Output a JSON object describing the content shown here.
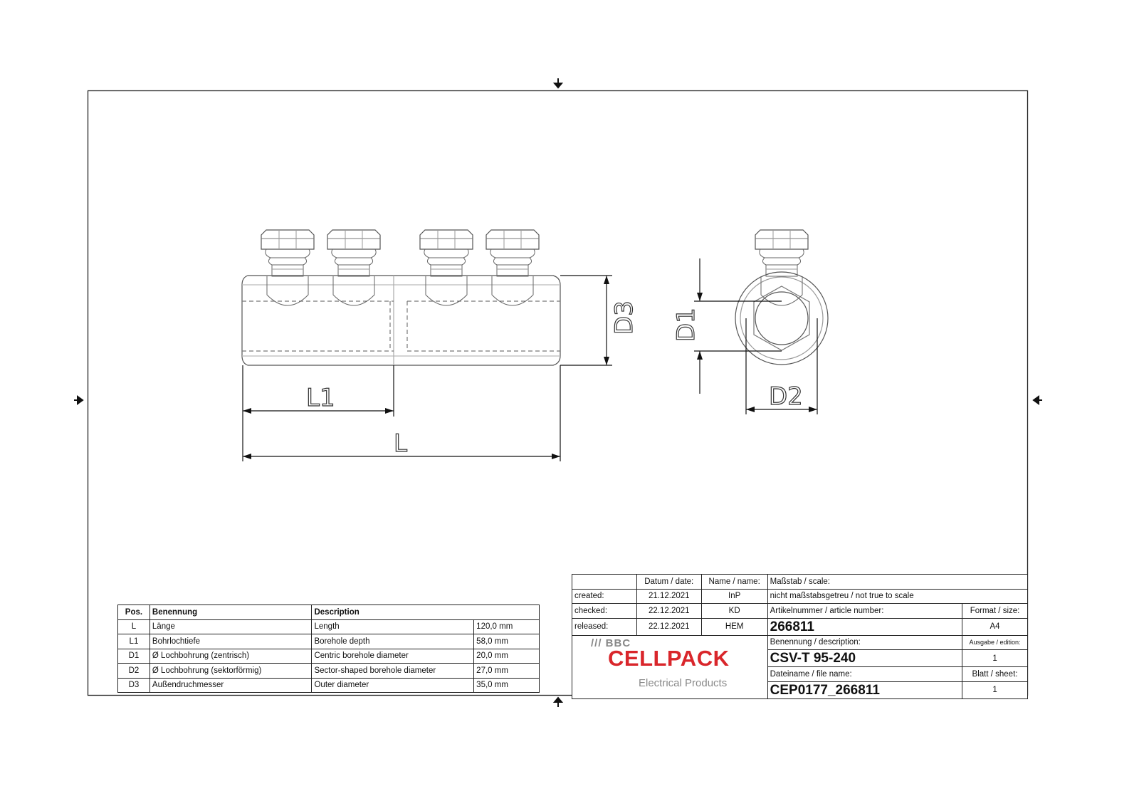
{
  "dimension_labels": {
    "L": "L",
    "L1": "L1",
    "D1": "D1",
    "D2": "D2",
    "D3": "D3"
  },
  "parts_table": {
    "headers": [
      "Pos.",
      "Benennung",
      "Description",
      ""
    ],
    "rows": [
      {
        "pos": "L",
        "benennung": "Länge",
        "description": "Length",
        "value": "120,0 mm"
      },
      {
        "pos": "L1",
        "benennung": "Bohrlochtiefe",
        "description": "Borehole depth",
        "value": "58,0 mm"
      },
      {
        "pos": "D1",
        "benennung": "Ø Lochbohrung (zentrisch)",
        "description": "Centric borehole diameter",
        "value": "20,0 mm"
      },
      {
        "pos": "D2",
        "benennung": "Ø Lochbohrung (sektorförmig)",
        "description": "Sector-shaped borehole diameter",
        "value": "27,0 mm"
      },
      {
        "pos": "D3",
        "benennung": "Außendruchmesser",
        "description": "Outer diameter",
        "value": "35,0 mm"
      }
    ]
  },
  "title_block": {
    "date_header": "Datum / date:",
    "name_header": "Name / name:",
    "scale_label": "Maßstab / scale:",
    "scale_value": "nicht maßstabsgetreu / not true to scale",
    "created_label": "created:",
    "created_date": "21.12.2021",
    "created_name": "InP",
    "checked_label": "checked:",
    "checked_date": "22.12.2021",
    "checked_name": "KD",
    "released_label": "released:",
    "released_date": "22.12.2021",
    "released_name": "HEM",
    "article_label": "Artikelnummer / article number:",
    "article_value": "266811",
    "format_label": "Format / size:",
    "format_value": "A4",
    "description_label": "Benennung / description:",
    "description_value": "CSV-T 95-240",
    "edition_label": "Ausgabe / edition:",
    "edition_value": "1",
    "filename_label": "Dateiname / file name:",
    "filename_value": "CEP0177_266811",
    "sheet_label": "Blatt / sheet:",
    "sheet_value": "1"
  },
  "logo": {
    "bbc": "BBC",
    "brand": "CELLPACK",
    "tagline": "Electrical Products",
    "brand_color": "#d9262b"
  }
}
